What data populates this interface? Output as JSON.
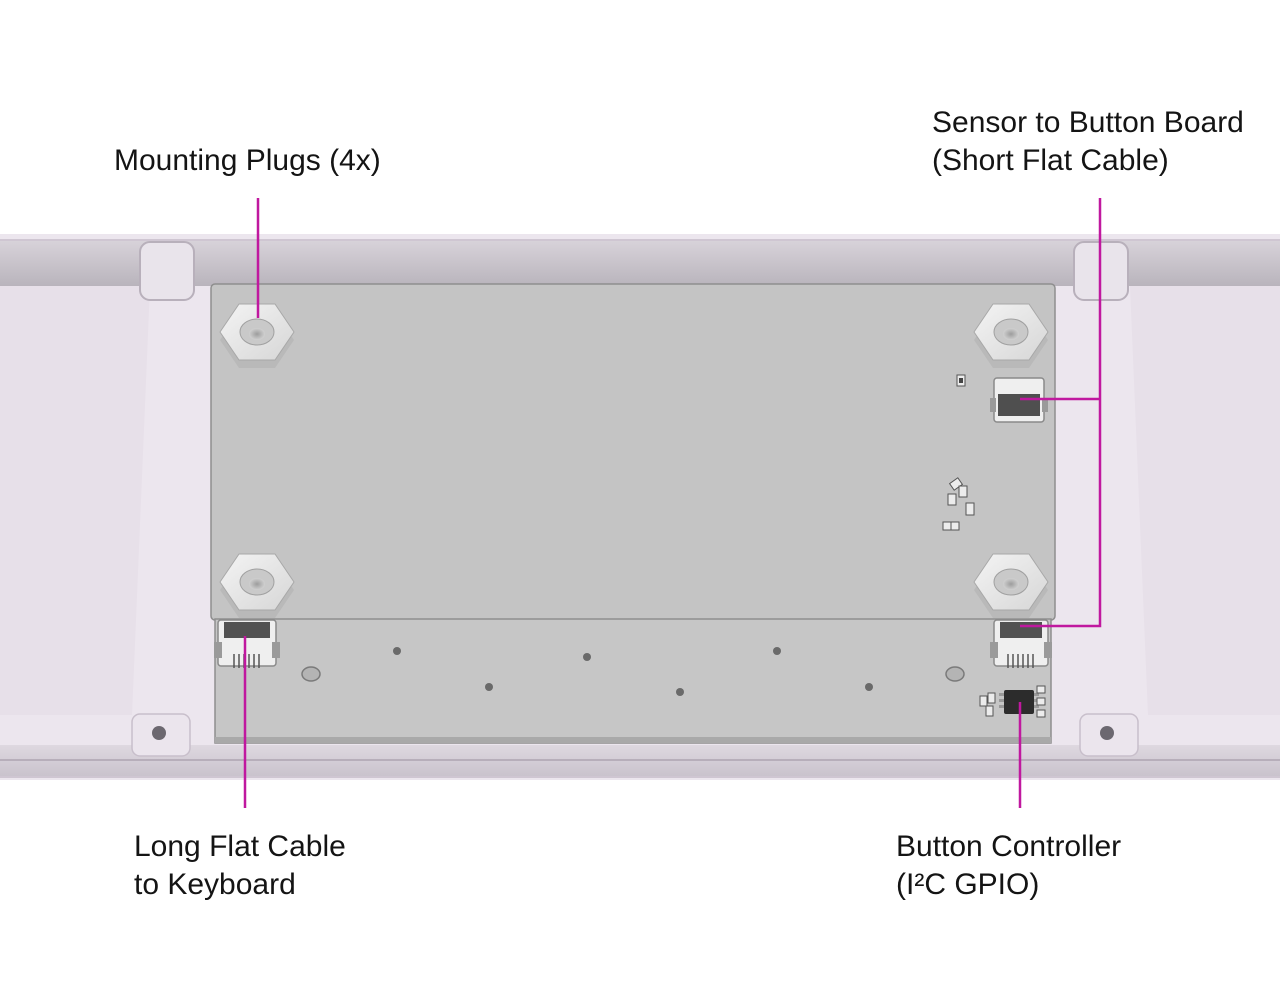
{
  "callouts": {
    "mounting_plugs": {
      "line1": "Mounting Plugs (4x)"
    },
    "sensor_cable": {
      "line1": "Sensor to Button Board",
      "line2": "(Short Flat Cable)"
    },
    "long_cable": {
      "line1": "Long Flat Cable",
      "line2": "to Keyboard"
    },
    "button_controller": {
      "line1": "Button Controller",
      "line2": "(I²C GPIO)"
    }
  },
  "colors": {
    "leader": "#c0189f",
    "enclosure": "#ece6ee",
    "enclosure_edge": "#cfc6d2",
    "board": "#c4c4c4",
    "board_edge": "#8e8e8e",
    "nut": "#e4e4e4",
    "connector": "#5a5a5a",
    "text": "#141414"
  },
  "icons": [
    "hex-nut-icon",
    "flat-cable-connector-icon",
    "chip-icon"
  ]
}
